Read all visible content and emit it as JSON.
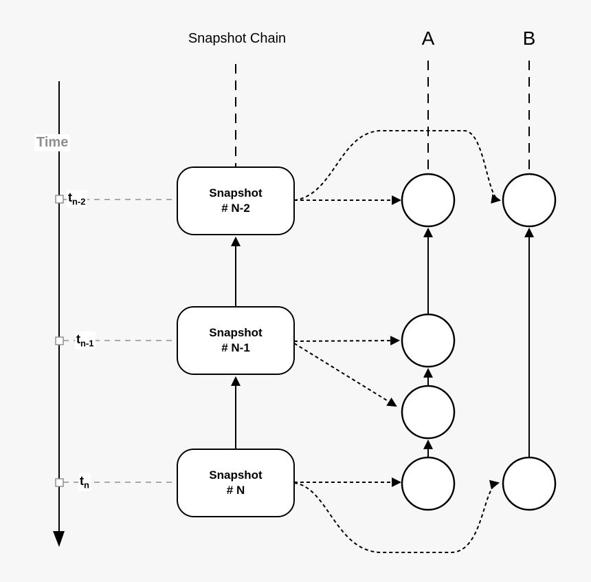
{
  "colors": {
    "background": "#f7f7f7",
    "stroke": "#000000",
    "muted": "#8f8f8f",
    "fill": "#ffffff"
  },
  "header": {
    "title": "Snapshot Chain",
    "column_a": "A",
    "column_b": "B"
  },
  "time_axis": {
    "label": "Time",
    "ticks": [
      {
        "base": "t",
        "sub": "n-2"
      },
      {
        "base": "t",
        "sub": "n-1"
      },
      {
        "base": "t",
        "sub": "n"
      }
    ]
  },
  "snapshots": [
    {
      "line1": "Snapshot",
      "line2": "# N-2"
    },
    {
      "line1": "Snapshot",
      "line2": "# N-1"
    },
    {
      "line1": "Snapshot",
      "line2": "# N"
    }
  ]
}
